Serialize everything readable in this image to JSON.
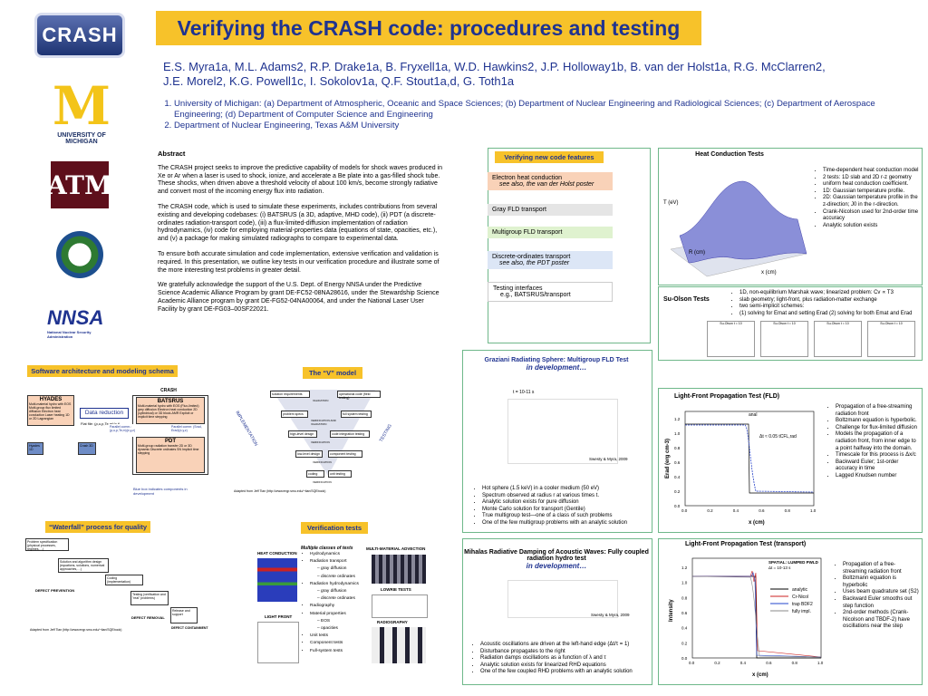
{
  "title": "Verifying the CRASH code: procedures and testing",
  "authors_line1": "E.S. Myra1a, M.L. Adams2, R.P. Drake1a, B. Fryxell1a, W.D. Hawkins2, J.P. Holloway1b, B. van der Holst1a, R.G. McClarren2,",
  "authors_line2": "J.E. Morel2, K.G. Powell1c, I. Sokolov1a, Q.F. Stout1a,d, G. Toth1a",
  "affiliations": [
    "University of Michigan: (a) Department of Atmospheric, Oceanic and Space Sciences; (b) Department of Nuclear Engineering and Radiological Sciences; (c) Department of Aerospace Engineering; (d) Department of Computer Science and Engineering",
    "Department of Nuclear Engineering, Texas A&M University"
  ],
  "logos": {
    "crash": "CRASH",
    "um_letter": "M",
    "um_text1": "UNIVERSITY OF",
    "um_text2": "MICHIGAN",
    "tam": "ATM",
    "nnsa": "NNSA",
    "nnsa_sub": "National Nuclear Security Administration"
  },
  "abstract": {
    "heading": "Abstract",
    "p1": "The CRASH project seeks to improve the predictive capability of models for shock waves produced in Xe or Ar when a laser is used to shock, ionize, and accelerate a Be plate into a gas-filled shock tube. These shocks, when driven above a threshold velocity of about 100 km/s, become strongly radiative and convert most of the incoming energy flux into radiation.",
    "p2": "The CRASH code, which is used to simulate these experiments, includes contributions from several existing and developing codebases: (i) BATSRUS (a 3D, adaptive, MHD code), (ii) PDT (a discrete-ordinates radiation-transport code), (iii) a flux-limited-diffusion implementation of radiation hydrodynamics, (iv) code for employing material-properties data (equations of state, opacities, etc.), and (v) a package for making simulated radiographs to compare to experimental data.",
    "p3": "To ensure both accurate simulation and code implementation, extensive verification and validation is required. In this presentation, we outline key tests in our verification procedure and illustrate some of the more interesting test problems in greater detail.",
    "p4": "We gratefully acknowledge the support of the U.S. Dept. of Energy NNSA under the Predictive Science Academic Alliance Program by grant DE-FC52-08NA28616, under the Stewardship Science Academic Alliance program by grant DE-FG52-04NA00064, and under the National Laser User Facility by grant DE-FG03–00SF22021."
  },
  "features": {
    "heading": "Verifying new code features",
    "items": [
      {
        "label": "Electron heat conduction",
        "sub": "see also, the van der Holst poster",
        "bg": "#f9d2b8"
      },
      {
        "label": "Gray FLD transport",
        "sub": "",
        "bg": "#e5e5e5"
      },
      {
        "label": "Multigroup FLD transport",
        "sub": "",
        "bg": "#dff2cf"
      },
      {
        "label": "Discrete-ordinates transport",
        "sub": "see also, the PDT poster",
        "bg": "#dce6f6"
      },
      {
        "label": "Testing interfaces",
        "sub": "e.g., BATSRUS/transport",
        "bg": "#ffffff"
      }
    ]
  },
  "heat": {
    "title": "Heat Conduction Tests",
    "ylab": "T (eV)",
    "xlab": "x (cm)",
    "zlab": "R (cm)",
    "bullets": [
      "Time-dependent heat conduction model",
      "2 tests: 1D slab and 2D r-z geometry",
      "uniform heat conduction coefficient.",
      "1D: Gaussian temperature profile.",
      "2D: Gaussian temperature profile in the z-direction; J0 in the r-direction.",
      "Crank-Nicolson used for 2nd-order time accuracy",
      "Analytic solution exists"
    ]
  },
  "suolson": {
    "title": "Su-Olson Tests",
    "bullets": [
      "1D, non-equilibrium Marshak wave; linearized problem: Cv ∝ T3",
      "slab geometry; light-front, plus radiation-matter exchange",
      "two semi-implicit schemes:",
      "(1) solving for Emat and setting Erad (2) solving for both Emat and Erad"
    ],
    "panels": [
      "Su-Olson t = 10",
      "Su-Olson t = 10",
      "Su-Olson t = 10",
      "Su-Olson t = 10"
    ]
  },
  "graziani": {
    "title": "Graziani Radiating Sphere: Multigroup FLD Test",
    "status": "in development…",
    "tlabel": "t = 10-11 s",
    "citation": "Swesty & Myra, 2009",
    "bullets": [
      "Hot sphere (1.5 keV) in a cooler medium (50 eV)",
      "Spectrum observed at radius r at various times t.",
      "Analytic solution exists for pure diffusion",
      "Monte Carlo solution for transport (Gentile)",
      "True multigroup test—one of a class of such problems",
      "One of the few multigroup problems with an analytic solution"
    ]
  },
  "software": {
    "heading": "Software architecture and modeling schema",
    "crash": "CRASH",
    "batsrus": "BATSRUS",
    "hyades": "HYADES",
    "data_reduction": "Data reduction",
    "pdt": "PDT",
    "hyades_text": "Multi-material hydro with EOS Multi-group flux limited diffusion Electron heat conduction Laser heating 1D or 2D Lagrangian",
    "batsrus_text": "Multi-material hydro with EOS (Flux-limited) grey diffusion Electron heat conduction 2D (cylindrical) or 3D block-AMR Explicit or implicit time stepping",
    "pdt_text": "Multi-group radiation transfer 2D or 3D dynamic Discrete ordinates SN Implicit time stepping",
    "flat_file": "Flat file: (ρ,u,p,Te,m)(x,t)",
    "parallel1": "Parallel comm.: (ρ,u,p,Te,m)(x,y,z)",
    "parallel2": "Parallel comm: (Srad, Erad)(x,y,z)",
    "hyades_box": "Hyades 1D",
    "crash_box": "Crash 3D",
    "note": "Blue box indicates components in development"
  },
  "vmodel": {
    "heading": "The “V” model",
    "left_axis": "IMPLEMENTATION",
    "right_axis": "TESTING",
    "boxes": [
      "solution requirements",
      "operational code (field testing)",
      "problem specs",
      "full system testing",
      "high-level design",
      "code integration testing",
      "low-level design",
      "component testing",
      "coding",
      "unit testing"
    ],
    "labels": [
      "VALIDATION",
      "VERIFICATION AND VALIDATION",
      "VERIFICATION",
      "VERIFICATION",
      "VERIFICATION"
    ],
    "credit": "Adapted from Jeff Tian (http://www.engr.smu.edu/~tian/SQEbook)"
  },
  "waterfall": {
    "heading": "“Waterfall” process for quality",
    "steps": [
      "Problem specification (physical processes, regimes,…)",
      "Solution and algorithm design (equations, solutions, numerical approaches,…)",
      "Coding (implementation)",
      "Testing (verification and \"real\" problems)",
      "Release and support"
    ],
    "defect_prevention": "DEFECT PREVENTION",
    "defect_removal": "DEFECT REMOVAL",
    "defect_containment": "DEFECT CONTAINMENT",
    "credit": "Adapted from Jeff Tian (http://www.engr.smu.edu/~tian/SQEbook)"
  },
  "vtests": {
    "heading": "Verification tests",
    "heat": "HEAT CONDUCTION",
    "light": "LIGHT FRONT",
    "mm": "MULTI-MATERIAL ADVECTION",
    "lowrie": "LOWRIE TESTS",
    "radio": "RADIOGRAPHY",
    "list_title": "Multiple classes of tests",
    "list": [
      "Hydrodynamics",
      "Radiation transport",
      "– gray diffusion",
      "– discrete ordinates",
      "Radiation hydrodynamics",
      "– gray diffusion",
      "– discrete ordinates",
      "Radiography",
      "Material properties",
      "– EOS",
      "– opacities",
      "Unit tests",
      "Component tests",
      "Full-system tests"
    ]
  },
  "mihalas": {
    "title": "Mihalas Radiative Damping of Acoustic Waves: Fully coupled radiation hydro test",
    "status": "in development…",
    "citation": "Swesty & Myra, 2009",
    "bullets": [
      "Acoustic oscillations are driven at the left-hand edge (Δt/τ = 1)",
      "Disturbance propagates to the right",
      "Radiation damps oscillations as a function of λ and τ",
      "Analytic solution exists for linearized RHD equations",
      "One of the few coupled RHD problems with an analytic solution"
    ]
  },
  "lfp1": {
    "title": "Light-Front Propagation Test (FLD)",
    "ylab": "Erad (erg cm-3)",
    "xlab": "x (cm)",
    "annot1": "anal",
    "annot2": "Δt ≈ 0.05 tCFL,rad",
    "yticks": [
      "0.0",
      "0.2",
      "0.4",
      "0.6",
      "0.8",
      "1.0",
      "1.2"
    ],
    "xticks": [
      "0.0",
      "0.2",
      "0.4",
      "0.6",
      "0.8",
      "1.0"
    ],
    "bullets": [
      "Propagation of a free-streaming radiation front",
      "Boltzmann equation is hyperbolic.",
      "Challenge for flux-limited diffusion",
      "Models the propagation of a radiation front, from inner edge to a point halfway into the domain.",
      "Timescale for this process is Δx/c",
      "Backward Euler; 1st-order accuracy in time",
      "Lagged Knudsen number"
    ]
  },
  "lfp2": {
    "title": "Light-Front Propagation Test (transport)",
    "ylab": "Intensity",
    "xlab": "x (cm)",
    "annot": "SPATIAL: LUMPED PWLD",
    "annot2": "Δt = 10-13 s",
    "legend": [
      "analytic",
      "Cr-Nicol",
      "trap BDF2",
      "fully impl."
    ],
    "legend_colors": [
      "#000000",
      "#cc2222",
      "#2244cc",
      "#888888"
    ],
    "yticks": [
      "0.0",
      "0.2",
      "0.4",
      "0.6",
      "0.8",
      "1.0",
      "1.2"
    ],
    "xticks": [
      "0.0",
      "0.2",
      "0.4",
      "0.6",
      "0.8",
      "1.0"
    ],
    "bullets": [
      "Propagation of a free-streaming radiation front",
      "Boltzmann equation is hyperbolic",
      "Uses beam quadrature set (S2)",
      "Backward Euler smooths out step function",
      "2nd-order methods (Crank-Nicolson and TBDF-2) have oscillations near the step"
    ]
  }
}
